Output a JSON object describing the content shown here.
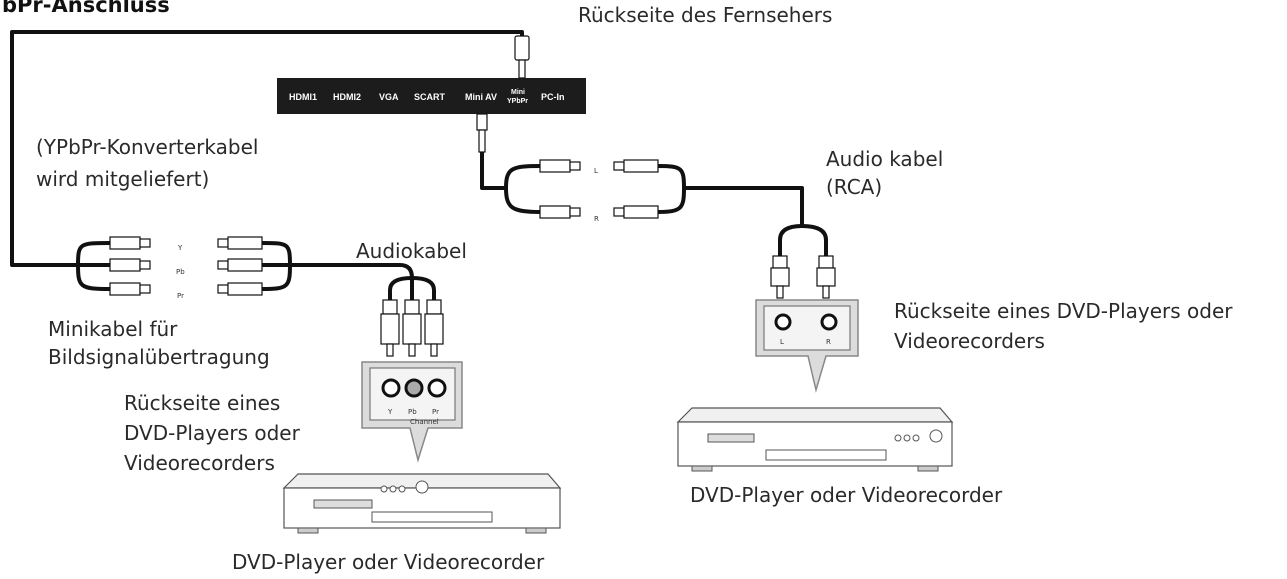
{
  "heading": "bPr-Anschluss",
  "tv": {
    "title": "Rückseite des Fernsehers",
    "ports": [
      "HDMI1",
      "HDMI2",
      "VGA",
      "SCART",
      "Mini AV",
      "Mini",
      "YPbPr",
      "PC-In"
    ]
  },
  "labels": {
    "converter_line1": "(YPbPr-Konverterkabel",
    "converter_line2": "wird mitgeliefert)",
    "mini_line1": "Minikabel für",
    "mini_line2": "Bildsignalübertragung",
    "audiokabel": "Audiokabel",
    "audio_rca_line1": "Audio kabel",
    "audio_rca_line2": "(RCA)",
    "rear_right_line1": "Rückseite eines DVD-Players oder",
    "rear_right_line2": "Videorecorders",
    "rear_left_line1": "Rückseite eines",
    "rear_left_line2": "DVD-Players oder",
    "rear_left_line3": "Videorecorders",
    "dvd_left": "DVD-Player oder Videorecorder",
    "dvd_right": "DVD-Player oder Videorecorder"
  },
  "small_labels": {
    "splitter_y": "Y",
    "splitter_pb": "Pb",
    "splitter_pr": "Pr",
    "audio_l": "L",
    "audio_r": "R",
    "panel_left_y": "Y",
    "panel_left_pb": "Pb",
    "panel_left_pr": "Pr",
    "panel_left_channel": "Channel",
    "panel_right_l": "L",
    "panel_right_r": "R"
  }
}
